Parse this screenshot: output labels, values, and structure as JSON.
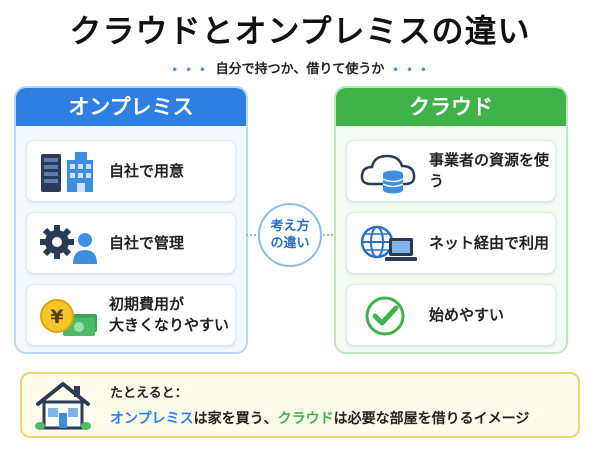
{
  "title": "クラウドとオンプレミスの違い",
  "subtitle": "自分で持つか、借りて使うか",
  "colors": {
    "onprem": "#2f7fe2",
    "cloud": "#3fb24a",
    "highlight": "#f2d372"
  },
  "onprem": {
    "header": "オンプレミス",
    "items": [
      {
        "icon": "server-building-icon",
        "label": "自社で用意"
      },
      {
        "icon": "gear-user-icon",
        "label": "自社で管理"
      },
      {
        "icon": "yen-coin-cash-icon",
        "label_line1": "初期費用が",
        "label_line2": "大きくなりやすい"
      }
    ]
  },
  "cloud": {
    "header": "クラウド",
    "items": [
      {
        "icon": "cloud-database-icon",
        "label": "事業者の資源を使う"
      },
      {
        "icon": "globe-laptop-icon",
        "label": "ネット経由で利用"
      },
      {
        "icon": "check-circle-icon",
        "label": "始めやすい"
      }
    ]
  },
  "center": {
    "line1": "考え方",
    "line2": "の違い"
  },
  "analogy": {
    "lead": "たとえると：",
    "onprem_term": "オンプレミス",
    "onprem_text": "は家を買う、",
    "cloud_term": "クラウド",
    "cloud_text": "は必要な部屋を借りるイメージ"
  }
}
